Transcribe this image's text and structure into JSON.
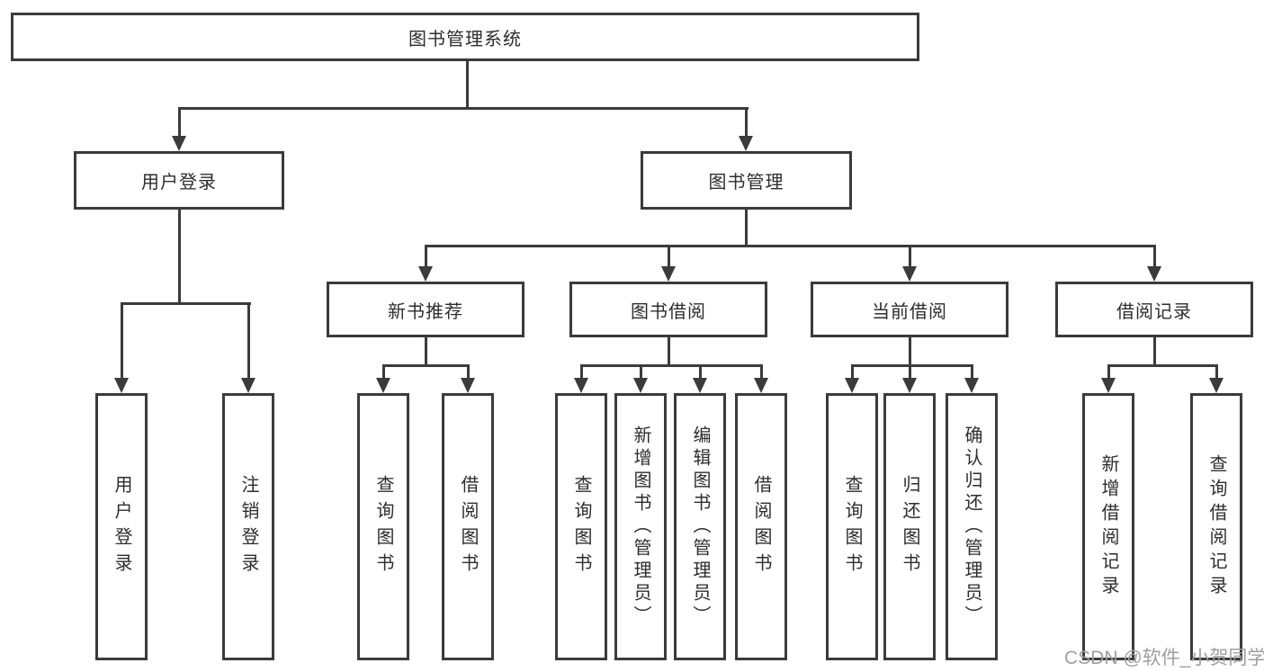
{
  "tree": {
    "root": {
      "label": "图书管理系统"
    },
    "branches": [
      {
        "label": "用户登录",
        "children": [
          "用户登录",
          "注销登录"
        ]
      },
      {
        "label": "图书管理",
        "sections": [
          {
            "label": "新书推荐",
            "children": [
              "查询图书",
              "借阅图书"
            ]
          },
          {
            "label": "图书借阅",
            "children": [
              "查询图书",
              "新增图书（管理员）",
              "编辑图书（管理员）",
              "借阅图书"
            ]
          },
          {
            "label": "当前借阅",
            "children": [
              "查询图书",
              "归还图书",
              "确认归还（管理员）"
            ]
          },
          {
            "label": "借阅记录",
            "children": [
              "新增借阅记录",
              "查询借阅记录"
            ]
          }
        ]
      }
    ]
  },
  "watermark": {
    "text": "CSDN @软件_小贺同学",
    "color": "#9e9ea1"
  },
  "colors": {
    "line": "#3b3b3b",
    "text": "#2d2d2d",
    "background": "#ffffff"
  }
}
